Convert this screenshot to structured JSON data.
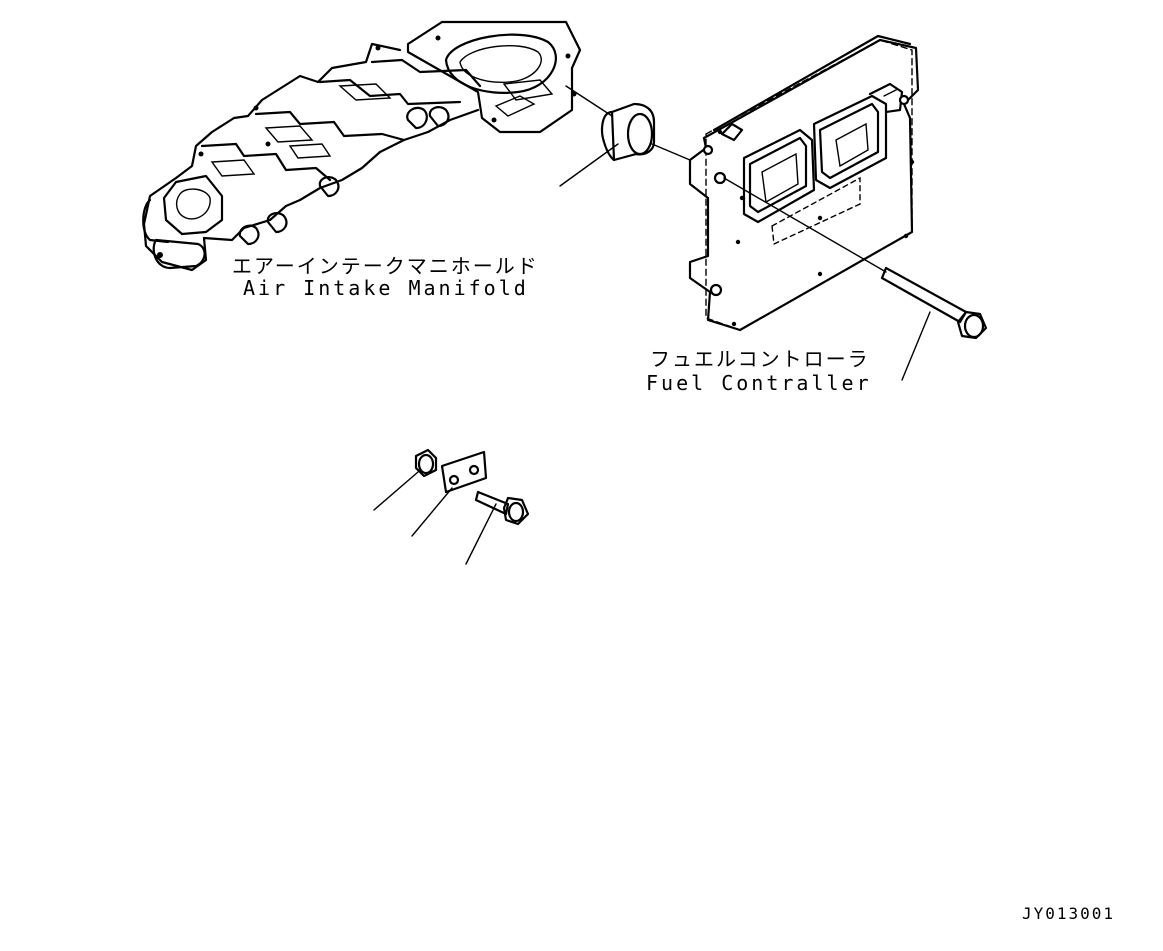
{
  "parts": {
    "air_intake_manifold": {
      "label_ja": "エアーインテークマニホールド",
      "label_en": "Air Intake Manifold"
    },
    "fuel_controller": {
      "label_ja": "フュエルコントローラ",
      "label_en": "Fuel Contraller"
    }
  },
  "drawing_number": "JY013001"
}
